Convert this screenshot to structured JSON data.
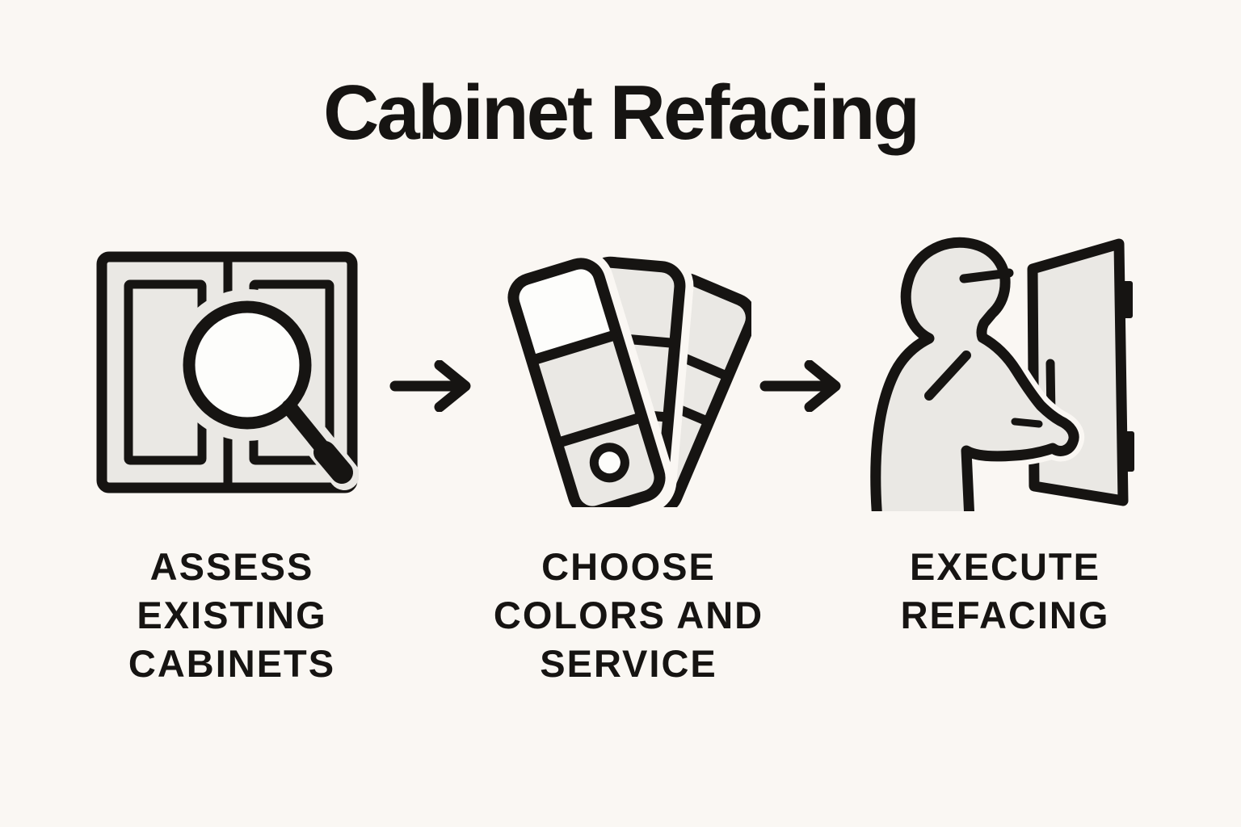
{
  "page": {
    "title": "Cabinet Refacing"
  },
  "colors": {
    "background": "#faf7f3",
    "ink": "#161412",
    "icon_fill": "#eae8e4",
    "highlight_white": "#fdfdfb"
  },
  "steps": [
    {
      "name": "assess",
      "label": "ASSESS\nEXISTING\nCABINETS",
      "icon": "cabinet-inspect-icon"
    },
    {
      "name": "choose",
      "label": "CHOOSE\nCOLORS AND\nSERVICE",
      "icon": "color-swatches-icon"
    },
    {
      "name": "execute",
      "label": "EXECUTE\nREFACING",
      "icon": "install-door-icon"
    }
  ],
  "connectors": [
    {
      "icon": "right-arrow-icon"
    },
    {
      "icon": "right-arrow-icon"
    }
  ]
}
